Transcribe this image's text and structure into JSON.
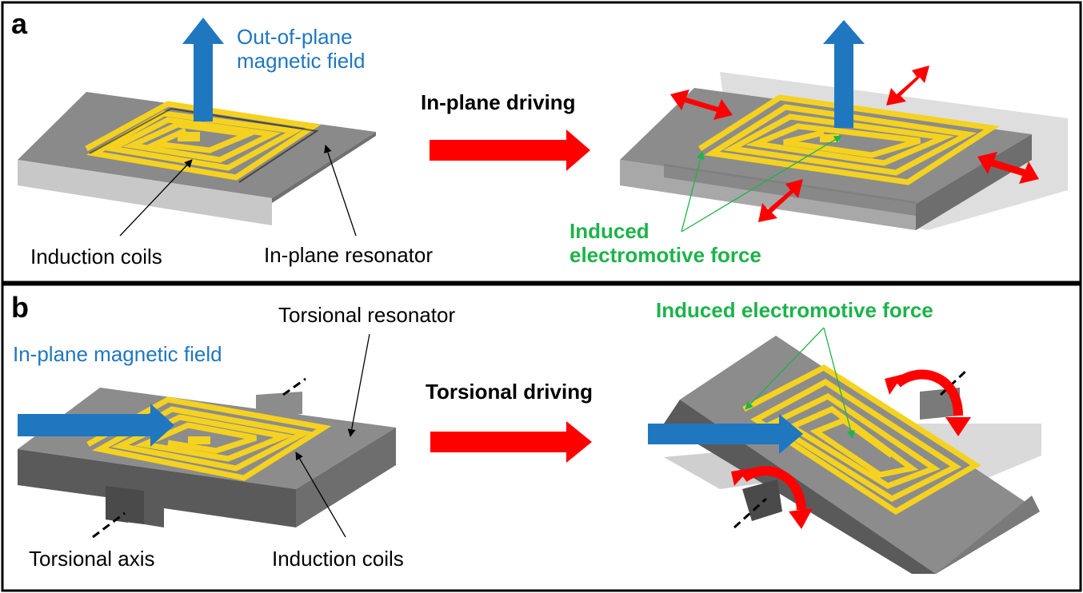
{
  "panel_a": {
    "letter": "a",
    "field_label_line1": "Out-of-plane",
    "field_label_line2": "magnetic field",
    "driving_label": "In-plane driving",
    "coils_label": "Induction coils",
    "resonator_label": "In-plane resonator",
    "emf_line1": "Induced",
    "emf_line2": "electromotive force"
  },
  "panel_b": {
    "letter": "b",
    "resonator_label": "Torsional resonator",
    "field_label": "In-plane magnetic field",
    "driving_label": "Torsional driving",
    "emf_label": "Induced electromotive force",
    "axis_label": "Torsional axis",
    "coils_label": "Induction coils"
  },
  "colors": {
    "field_arrow": "#1f77c0",
    "drive_arrow": "#ff0000",
    "coil": "#f5d21f",
    "emf_text": "#1db34a",
    "resonator": "#8c8c8c"
  }
}
